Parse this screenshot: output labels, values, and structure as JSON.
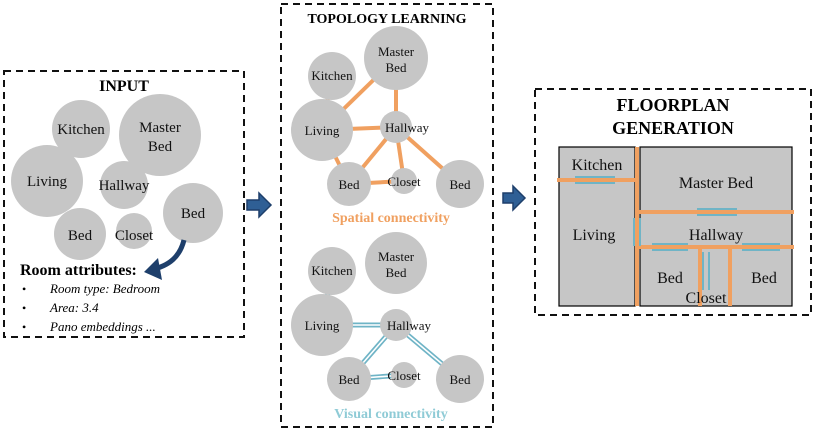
{
  "input": {
    "title": "INPUT",
    "rooms": {
      "kitchen": "Kitchen",
      "master_bed": [
        "Master",
        "Bed"
      ],
      "living": "Living",
      "hallway": "Hallway",
      "bed_left": "Bed",
      "closet": "Closet",
      "bed_right": "Bed"
    },
    "attributes_title": "Room attributes:",
    "attributes": [
      "Room type: Bedroom",
      "Area: 3.4",
      "Pano embeddings ..."
    ]
  },
  "topology": {
    "title": "TOPOLOGY LEARNING",
    "spatial_caption": "Spatial connectivity",
    "visual_caption": "Visual connectivity",
    "rooms": {
      "kitchen": "Kitchen",
      "master_bed": [
        "Master",
        "Bed"
      ],
      "living": "Living",
      "hallway": "Hallway",
      "bed_left": "Bed",
      "closet": "Closet",
      "bed_right": "Bed"
    }
  },
  "floorplan": {
    "title": [
      "FLOORPLAN",
      "GENERATION"
    ],
    "rooms": {
      "kitchen": "Kitchen",
      "master_bed": "Master Bed",
      "living": "Living",
      "hallway": "Hallway",
      "bed_left": "Bed",
      "closet": "Closet",
      "bed_right": "Bed"
    }
  },
  "colors": {
    "room_fill": "#c6c6c6",
    "spatial": "#f0a060",
    "visual": "#6fb4c6",
    "arrow": "#1e4a7a"
  }
}
